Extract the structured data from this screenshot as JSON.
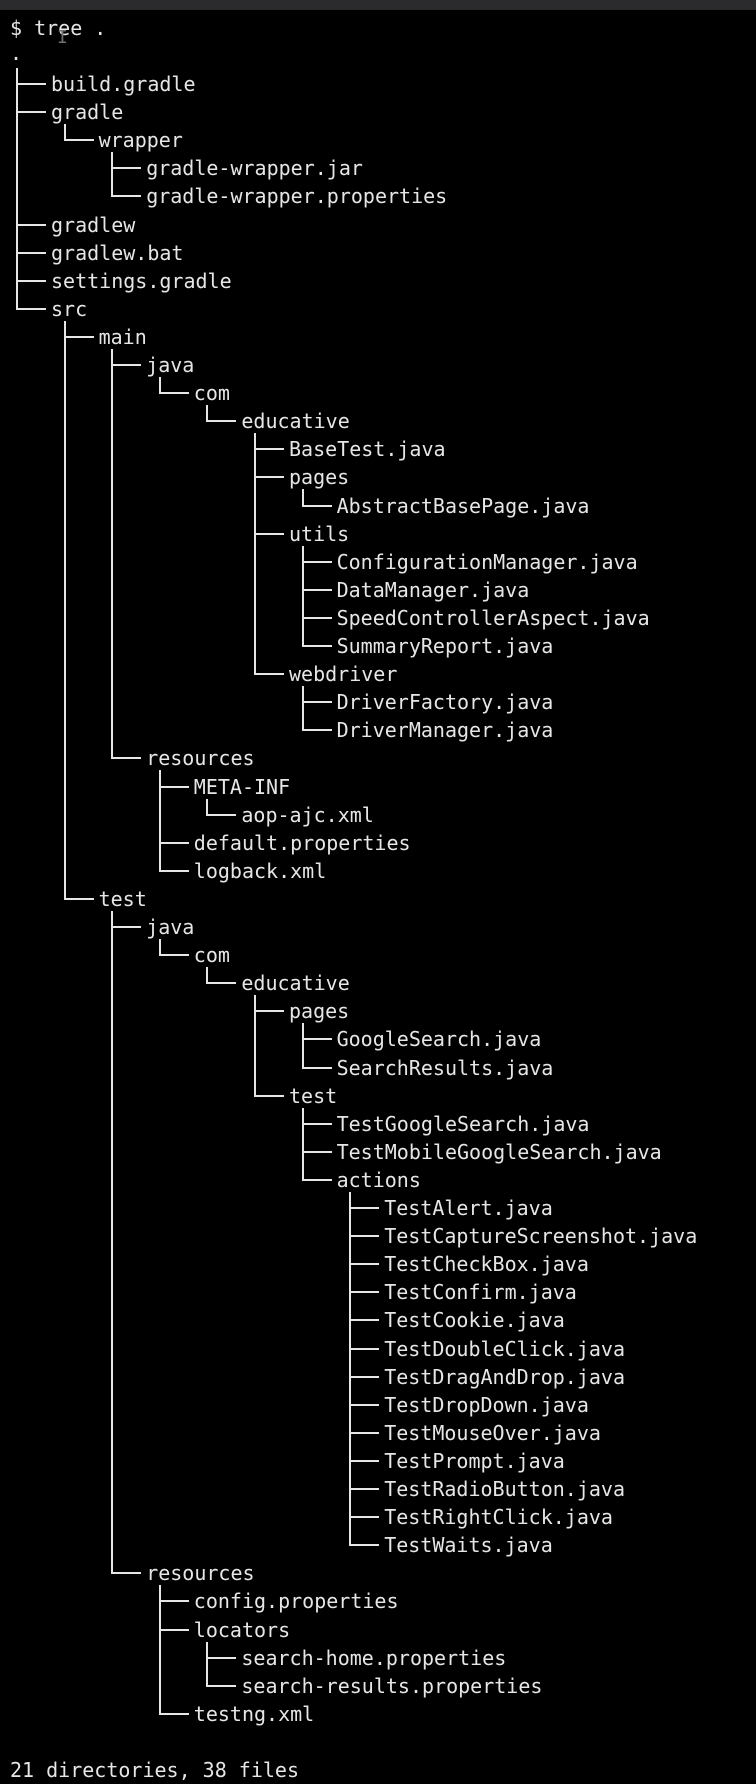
{
  "terminal": {
    "prompt": "$",
    "command": "tree .",
    "root": ".",
    "summary": "21 directories, 38 files"
  },
  "tree": [
    {
      "depth": 1,
      "name": "build.gradle",
      "last": false
    },
    {
      "depth": 1,
      "name": "gradle",
      "last": false
    },
    {
      "depth": 2,
      "name": "wrapper",
      "last": true
    },
    {
      "depth": 3,
      "name": "gradle-wrapper.jar",
      "last": false
    },
    {
      "depth": 3,
      "name": "gradle-wrapper.properties",
      "last": true
    },
    {
      "depth": 1,
      "name": "gradlew",
      "last": false
    },
    {
      "depth": 1,
      "name": "gradlew.bat",
      "last": false
    },
    {
      "depth": 1,
      "name": "settings.gradle",
      "last": false
    },
    {
      "depth": 1,
      "name": "src",
      "last": true
    },
    {
      "depth": 2,
      "name": "main",
      "last": false
    },
    {
      "depth": 3,
      "name": "java",
      "last": false
    },
    {
      "depth": 4,
      "name": "com",
      "last": true
    },
    {
      "depth": 5,
      "name": "educative",
      "last": true
    },
    {
      "depth": 6,
      "name": "BaseTest.java",
      "last": false
    },
    {
      "depth": 6,
      "name": "pages",
      "last": false
    },
    {
      "depth": 7,
      "name": "AbstractBasePage.java",
      "last": true
    },
    {
      "depth": 6,
      "name": "utils",
      "last": false
    },
    {
      "depth": 7,
      "name": "ConfigurationManager.java",
      "last": false
    },
    {
      "depth": 7,
      "name": "DataManager.java",
      "last": false
    },
    {
      "depth": 7,
      "name": "SpeedControllerAspect.java",
      "last": false
    },
    {
      "depth": 7,
      "name": "SummaryReport.java",
      "last": true
    },
    {
      "depth": 6,
      "name": "webdriver",
      "last": true
    },
    {
      "depth": 7,
      "name": "DriverFactory.java",
      "last": false
    },
    {
      "depth": 7,
      "name": "DriverManager.java",
      "last": true
    },
    {
      "depth": 3,
      "name": "resources",
      "last": true
    },
    {
      "depth": 4,
      "name": "META-INF",
      "last": false
    },
    {
      "depth": 5,
      "name": "aop-ajc.xml",
      "last": true
    },
    {
      "depth": 4,
      "name": "default.properties",
      "last": false
    },
    {
      "depth": 4,
      "name": "logback.xml",
      "last": true
    },
    {
      "depth": 2,
      "name": "test",
      "last": true
    },
    {
      "depth": 3,
      "name": "java",
      "last": false
    },
    {
      "depth": 4,
      "name": "com",
      "last": true
    },
    {
      "depth": 5,
      "name": "educative",
      "last": true
    },
    {
      "depth": 6,
      "name": "pages",
      "last": false
    },
    {
      "depth": 7,
      "name": "GoogleSearch.java",
      "last": false
    },
    {
      "depth": 7,
      "name": "SearchResults.java",
      "last": true
    },
    {
      "depth": 6,
      "name": "test",
      "last": true
    },
    {
      "depth": 7,
      "name": "TestGoogleSearch.java",
      "last": false
    },
    {
      "depth": 7,
      "name": "TestMobileGoogleSearch.java",
      "last": false
    },
    {
      "depth": 7,
      "name": "actions",
      "last": true
    },
    {
      "depth": 8,
      "name": "TestAlert.java",
      "last": false
    },
    {
      "depth": 8,
      "name": "TestCaptureScreenshot.java",
      "last": false
    },
    {
      "depth": 8,
      "name": "TestCheckBox.java",
      "last": false
    },
    {
      "depth": 8,
      "name": "TestConfirm.java",
      "last": false
    },
    {
      "depth": 8,
      "name": "TestCookie.java",
      "last": false
    },
    {
      "depth": 8,
      "name": "TestDoubleClick.java",
      "last": false
    },
    {
      "depth": 8,
      "name": "TestDragAndDrop.java",
      "last": false
    },
    {
      "depth": 8,
      "name": "TestDropDown.java",
      "last": false
    },
    {
      "depth": 8,
      "name": "TestMouseOver.java",
      "last": false
    },
    {
      "depth": 8,
      "name": "TestPrompt.java",
      "last": false
    },
    {
      "depth": 8,
      "name": "TestRadioButton.java",
      "last": false
    },
    {
      "depth": 8,
      "name": "TestRightClick.java",
      "last": false
    },
    {
      "depth": 8,
      "name": "TestWaits.java",
      "last": true
    },
    {
      "depth": 3,
      "name": "resources",
      "last": true
    },
    {
      "depth": 4,
      "name": "config.properties",
      "last": false
    },
    {
      "depth": 4,
      "name": "locators",
      "last": false
    },
    {
      "depth": 5,
      "name": "search-home.properties",
      "last": false
    },
    {
      "depth": 5,
      "name": "search-results.properties",
      "last": true
    },
    {
      "depth": 4,
      "name": "testng.xml",
      "last": true
    }
  ]
}
